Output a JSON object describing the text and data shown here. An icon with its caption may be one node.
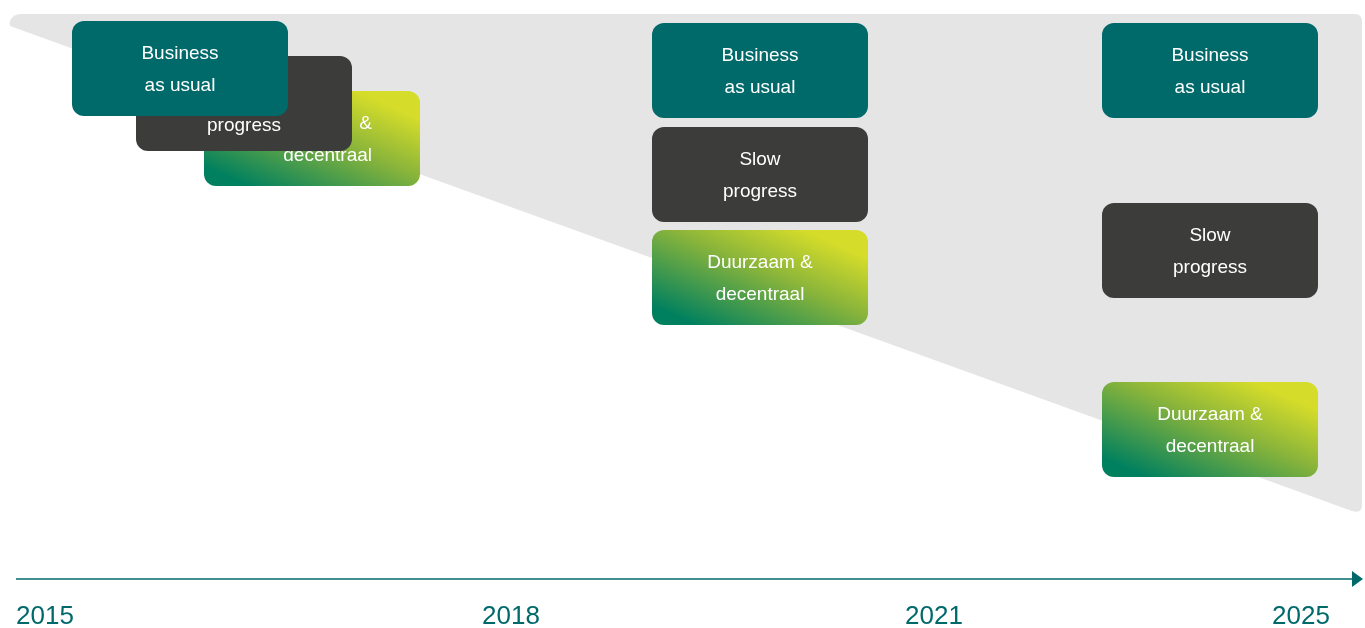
{
  "diagram": {
    "nodes": [
      {
        "text": [
          "Business as usual"
        ]
      },
      {
        "text": [
          "progress"
        ]
      },
      {
        "text": [
          "& decentraal"
        ]
      },
      {
        "text": [
          "Business as usual"
        ]
      },
      {
        "text": [
          "Slow progress"
        ]
      },
      {
        "text": [
          "Duurzaam & decentraal"
        ]
      },
      {
        "text": [
          "Business as usual"
        ]
      },
      {
        "text": [
          "Slow progress"
        ]
      },
      {
        "text": [
          "Duurzaam & decentraal"
        ]
      }
    ],
    "labels": [
      "2015",
      "2018",
      "2021",
      "2025"
    ]
  }
}
